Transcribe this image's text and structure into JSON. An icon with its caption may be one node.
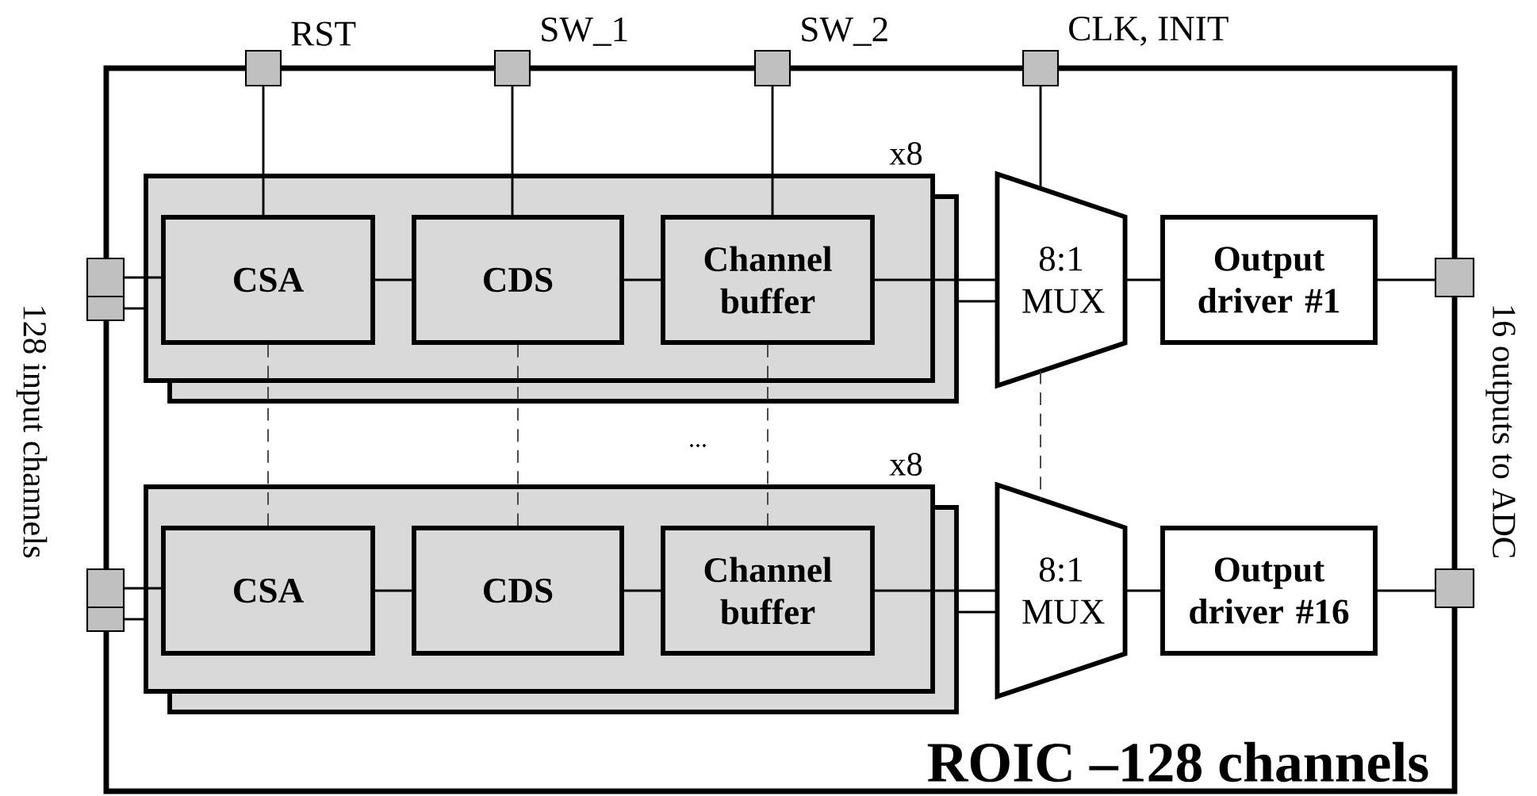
{
  "diagram": {
    "nodes": [
      {
        "text": [
          "ROIC –128 channels"
        ]
      },
      {
        "text": [
          "RST"
        ]
      },
      {
        "text": [
          "SW_1"
        ]
      },
      {
        "text": [
          "SW_2"
        ]
      },
      {
        "text": [
          "CLK, INIT"
        ]
      },
      {
        "text": [],
        "shape": "box",
        "beside": [
          "x8"
        ],
        "in": 0
      },
      {
        "text": [
          "CSA"
        ],
        "in": 5
      },
      {
        "text": [
          "CDS"
        ],
        "in": 5
      },
      {
        "text": [
          "Channel buffer"
        ],
        "in": 5
      },
      {
        "text": [
          "8:1 MUX"
        ],
        "in": 0
      },
      {
        "text": [
          "Output driver #1"
        ],
        "in": 0
      },
      {
        "text": [],
        "shape": "box",
        "beside": [
          "x8"
        ],
        "in": 0
      },
      {
        "text": [
          "CSA"
        ],
        "in": 11
      },
      {
        "text": [
          "CDS"
        ],
        "in": 11
      },
      {
        "text": [
          "Channel buffer"
        ],
        "in": 11
      },
      {
        "text": [
          "8:1 MUX"
        ],
        "in": 0
      },
      {
        "text": [
          "Output driver #16"
        ],
        "in": 0
      },
      {
        "text": [],
        "shape": "box"
      },
      {
        "text": [],
        "shape": "box"
      },
      {
        "text": [],
        "shape": "box"
      },
      {
        "text": [],
        "shape": "box"
      },
      {
        "text": [],
        "shape": "box"
      },
      {
        "text": [],
        "shape": "box"
      }
    ],
    "edges": [
      {
        "from": 1,
        "to": 6,
        "arrow": "none"
      },
      {
        "from": 2,
        "to": 7,
        "arrow": "none"
      },
      {
        "from": 3,
        "to": 8,
        "arrow": "none"
      },
      {
        "from": 4,
        "to": 9,
        "arrow": "none"
      },
      {
        "from": 17,
        "to": 6,
        "arrow": "none"
      },
      {
        "from": 18,
        "to": 5,
        "arrow": "none"
      },
      {
        "from": 6,
        "to": 7,
        "arrow": "none"
      },
      {
        "from": 7,
        "to": 8,
        "arrow": "none"
      },
      {
        "from": 8,
        "to": 9,
        "arrow": "none"
      },
      {
        "from": 5,
        "to": 9,
        "arrow": "none"
      },
      {
        "from": 9,
        "to": 10,
        "arrow": "none"
      },
      {
        "from": 10,
        "to": 21,
        "arrow": "none"
      },
      {
        "from": 6,
        "to": 12,
        "arrow": "none",
        "style": "dashed"
      },
      {
        "from": 7,
        "to": 13,
        "arrow": "none",
        "style": "dashed"
      },
      {
        "from": 8,
        "to": 14,
        "arrow": "none",
        "style": "dashed"
      },
      {
        "from": 9,
        "to": 15,
        "arrow": "none",
        "style": "dashed"
      },
      {
        "from": 19,
        "to": 12,
        "arrow": "none"
      },
      {
        "from": 20,
        "to": 11,
        "arrow": "none"
      },
      {
        "from": 12,
        "to": 13,
        "arrow": "none"
      },
      {
        "from": 13,
        "to": 14,
        "arrow": "none"
      },
      {
        "from": 14,
        "to": 15,
        "arrow": "none"
      },
      {
        "from": 11,
        "to": 15,
        "arrow": "none"
      },
      {
        "from": 15,
        "to": 16,
        "arrow": "none"
      },
      {
        "from": 16,
        "to": 22,
        "arrow": "none"
      }
    ],
    "labels": [
      "128 input channels",
      "...",
      "16 outputs to ADC"
    ]
  }
}
